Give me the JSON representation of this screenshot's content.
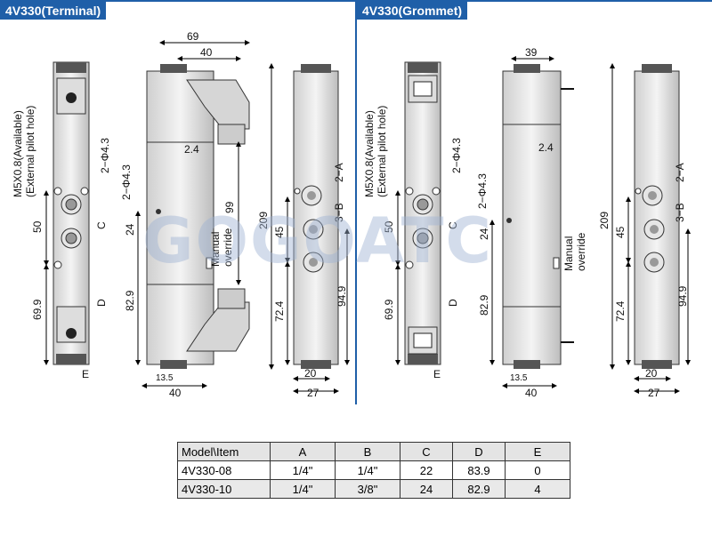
{
  "headers": {
    "terminal": "4V330(Terminal)",
    "grommet": "4V330(Grommet)"
  },
  "watermark": "GOGOATC",
  "terminal_view": {
    "side_label": "M5X0.8(Available)",
    "side_label2": "(External pilot hole)",
    "pilot_hole": "2−Φ4.3",
    "dims": [
      "50",
      "69.9",
      "C",
      "D",
      "E",
      "69",
      "40",
      "2.4",
      "99",
      "24",
      "82.9",
      "13.5",
      "40",
      "209",
      "45",
      "72.4",
      "94.9",
      "20",
      "27"
    ],
    "port_a": "2−A",
    "port_b": "3−B",
    "manual1": "Manual",
    "manual2": "override"
  },
  "grommet_view": {
    "side_label": "M5X0.8(Available)",
    "side_label2": "(External pilot hole)",
    "pilot_hole": "2−Φ4.3",
    "dims": [
      "50",
      "69.9",
      "C",
      "D",
      "E",
      "39",
      "2.4",
      "24",
      "82.9",
      "13.5",
      "40",
      "209",
      "45",
      "72.4",
      "94.9",
      "20",
      "27"
    ],
    "port_a": "2−A",
    "port_b": "3−B",
    "manual1": "Manual",
    "manual2": "override"
  },
  "table": {
    "columns": [
      "Model\\Item",
      "A",
      "B",
      "C",
      "D",
      "E"
    ],
    "rows": [
      [
        "4V330-08",
        "1/4\"",
        "1/4\"",
        "22",
        "83.9",
        "0"
      ],
      [
        "4V330-10",
        "1/4\"",
        "3/8\"",
        "24",
        "82.9",
        "4"
      ]
    ]
  }
}
